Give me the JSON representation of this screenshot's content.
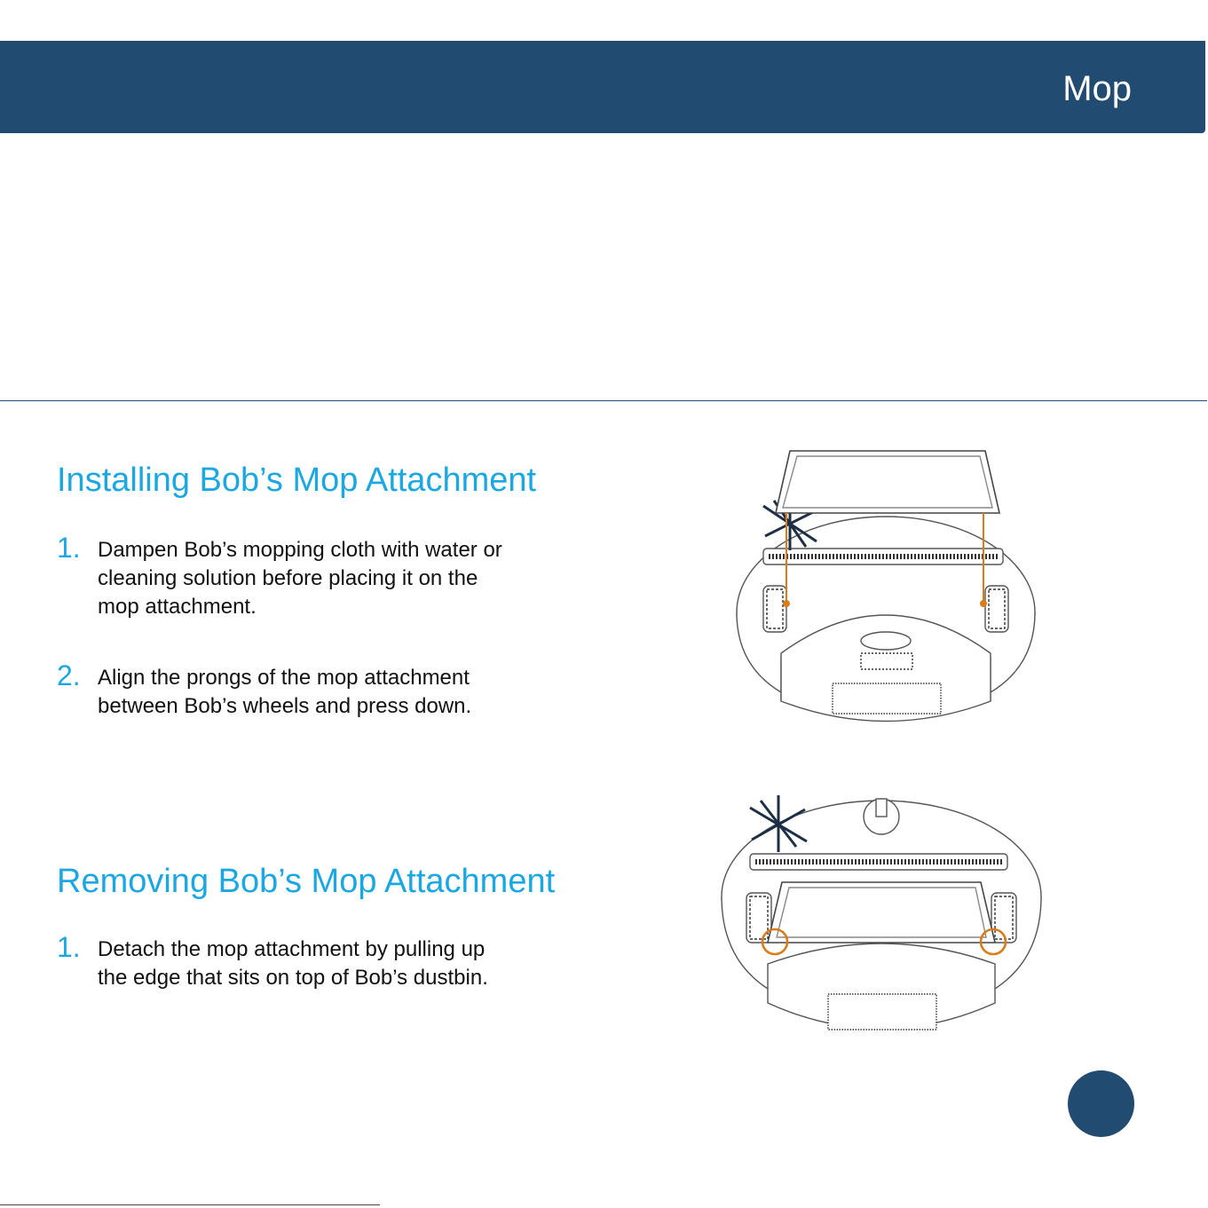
{
  "header": {
    "title": "Mop"
  },
  "install": {
    "title": "Installing Bob’s Mop Attachment",
    "steps": [
      {
        "num": "1.",
        "text": "Dampen Bob’s mopping cloth with water or\ncleaning solution before placing it on the\nmop attachment."
      },
      {
        "num": "2.",
        "text": "Align the prongs of the mop attachment\nbetween Bob’s wheels and press down."
      }
    ]
  },
  "remove": {
    "title": "Removing Bob’s Mop Attachment",
    "steps": [
      {
        "num": "1.",
        "text": "Detach the mop attachment by pulling up\nthe edge that sits on top of Bob’s dustbin."
      }
    ]
  },
  "colors": {
    "brand_navy": "#224b71",
    "accent_blue": "#1aa7e2",
    "highlight_orange": "#d97c1a"
  },
  "icons": [
    "robot-vacuum-install-illustration",
    "robot-vacuum-remove-illustration",
    "page-number-dot"
  ]
}
